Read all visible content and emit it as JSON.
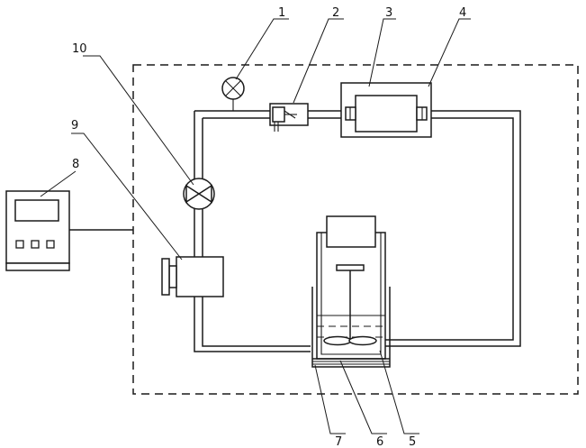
{
  "figure": {
    "labels": [
      {
        "id": "part-1",
        "text": "1"
      },
      {
        "id": "part-2",
        "text": "2"
      },
      {
        "id": "part-3",
        "text": "3"
      },
      {
        "id": "part-4",
        "text": "4"
      },
      {
        "id": "part-5",
        "text": "5"
      },
      {
        "id": "part-6",
        "text": "6"
      },
      {
        "id": "part-7",
        "text": "7"
      },
      {
        "id": "part-8",
        "text": "8"
      },
      {
        "id": "part-9",
        "text": "9"
      },
      {
        "id": "part-10",
        "text": "10"
      }
    ]
  }
}
